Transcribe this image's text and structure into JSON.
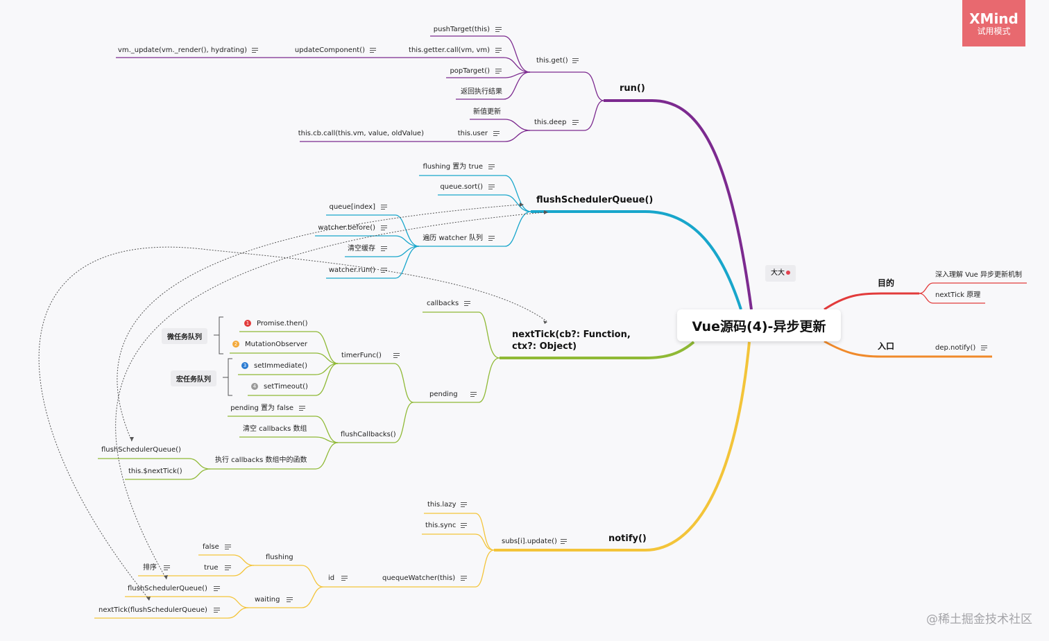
{
  "logo": {
    "name": "XMind",
    "sub": "试用模式"
  },
  "root": "Vue源码(4)-异步更新",
  "tag": "大大",
  "branches": {
    "run": "run()",
    "flush": "flushSchedulerQueue()",
    "nextTick": "nextTick(cb?: Function, ctx?: Object)",
    "notify": "notify()",
    "purpose": "目的",
    "entry": "入口"
  },
  "run": {
    "pushTarget": "pushTarget(this)",
    "vmUpdate": "vm._update(vm._render(), hydrating)",
    "updateComponent": "updateComponent()",
    "getterCall": "this.getter.call(vm, vm)",
    "thisGet": "this.get()",
    "popTarget": "popTarget()",
    "returnResult": "返回执行结果",
    "newValue": "新值更新",
    "thisDeep": "this.deep",
    "cbCall": "this.cb.call(this.vm, value, oldValue)",
    "thisUser": "this.user"
  },
  "flush": {
    "flushingTrue": "flushing 置为 true",
    "queueSort": "queue.sort()",
    "queueIndex": "queue[index]",
    "watcherBefore": "watcher.before()",
    "traverse": "遍历 watcher 队列",
    "clearCache": "清空缓存",
    "watcherRun": "watcher.run()"
  },
  "tick": {
    "callbacks": "callbacks",
    "micro": "微任务队列",
    "macro": "宏任务队列",
    "p1": "1",
    "p2": "2",
    "p3": "3",
    "p4": "4",
    "promise": "Promise.then()",
    "mutation": "MutationObserver",
    "immediate": "setImmediate()",
    "timeout": "setTimeout()",
    "timerFunc": "timerFunc()",
    "pending": "pending",
    "pendingFalse": "pending 置为 false",
    "clearCallbacks": "清空 callbacks 数组",
    "flushCallbacks": "flushCallbacks()",
    "execCallbacks": "执行 callbacks 数组中的函数",
    "fsq": "flushSchedulerQueue()",
    "nextTickMethod": "this.$nextTick()"
  },
  "notify": {
    "lazy": "this.lazy",
    "sync": "this.sync",
    "subsUpdate": "subs[i].update()",
    "queueWatcher": "quequeWatcher(this)",
    "id": "id",
    "flushing": "flushing",
    "false": "false",
    "true": "true",
    "sort": "排序",
    "waiting": "waiting",
    "fsqCall": "flushSchedulerQueue()",
    "nextTickFlush": "nextTick(flushSchedulerQueue)"
  },
  "purpose": {
    "a": "深入理解 Vue 异步更新机制",
    "b": "nextTick 原理"
  },
  "entry": {
    "depNotify": "dep.notify()"
  },
  "colors": {
    "run": "#7c2a8f",
    "flush": "#18a6cb",
    "nextTick": "#8fb935",
    "notify": "#f3c439",
    "purpose": "#e23b3b",
    "entry": "#f08a2b",
    "logo": "#e8696f"
  },
  "watermark": "@稀土掘金技术社区"
}
